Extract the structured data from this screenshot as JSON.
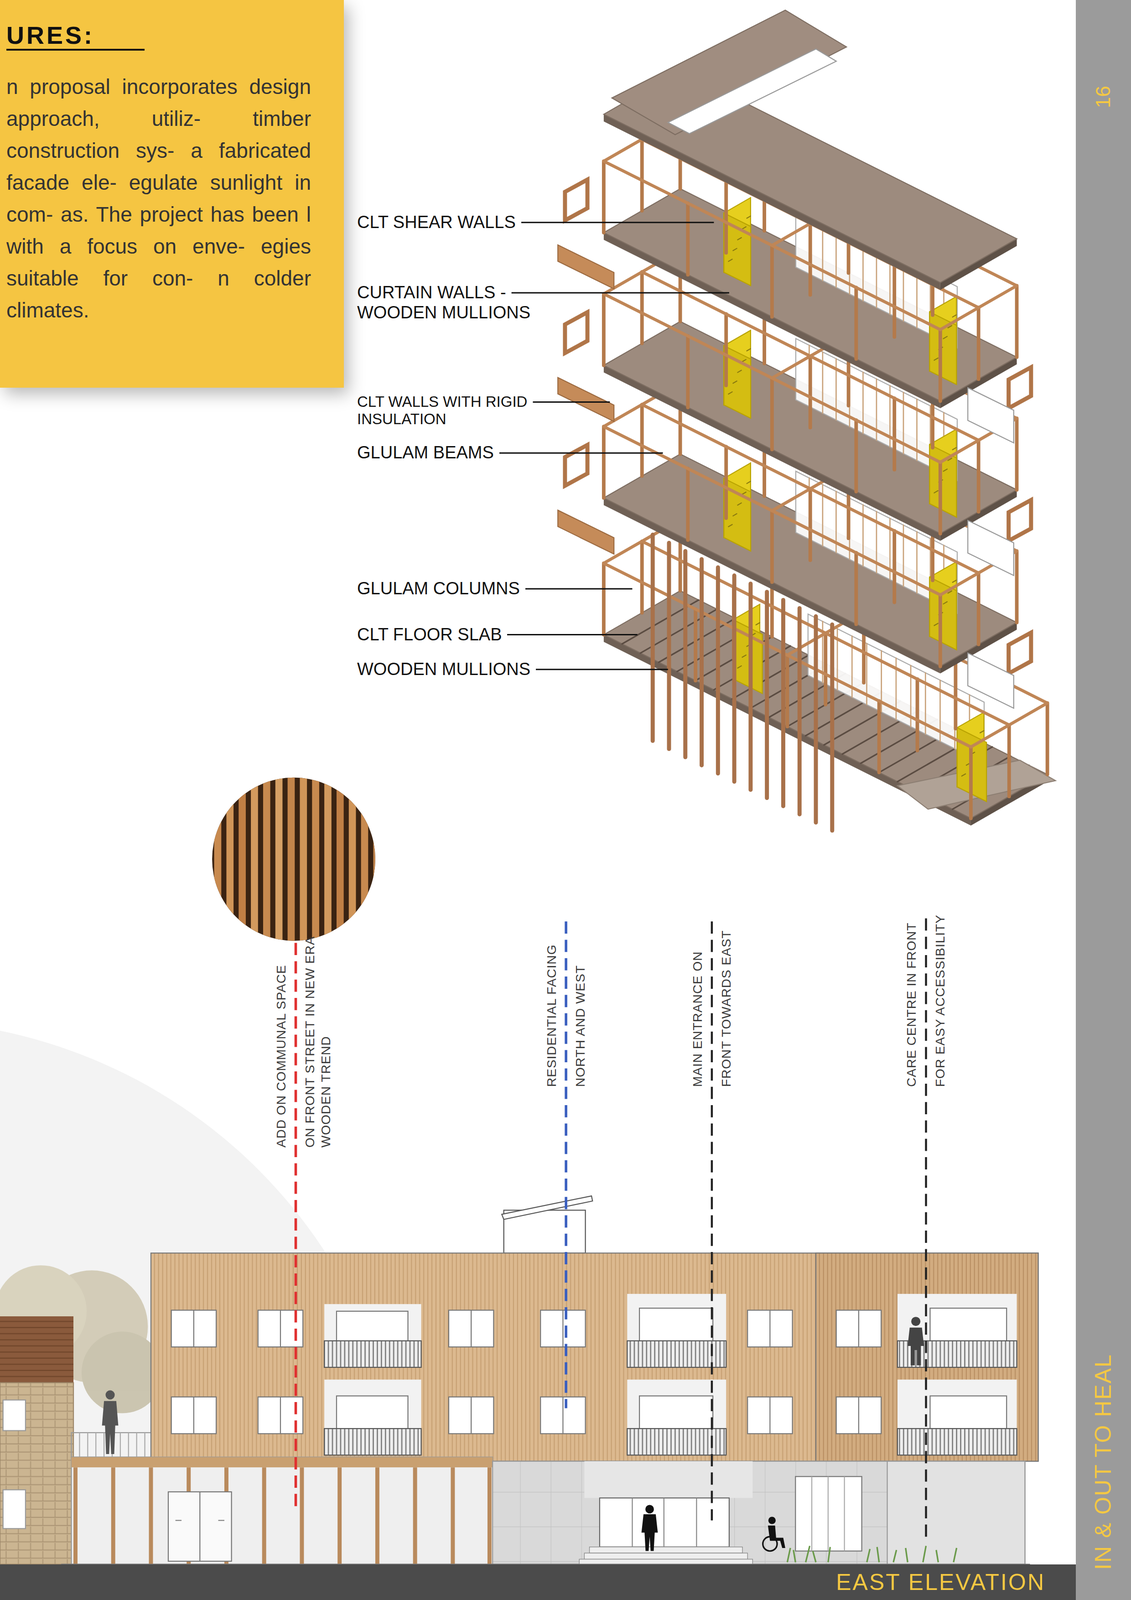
{
  "diagram": {
    "nodes": [
      {
        "text": [
          "URES:",
          "n proposal incorporates design approach, utiliz- timber construction sys- a fabricated facade ele- egulate sunlight in com- as. The project has been l with a focus on enve- egies suitable for con- n colder climates."
        ]
      },
      {
        "text": [
          "16",
          "IN & OUT TO HEAL"
        ]
      },
      {
        "text": [
          "EAST ELEVATION"
        ]
      }
    ],
    "labels": [
      "CLT SHEAR WALLS",
      "CURTAIN WALLS - WOODEN MULLIONS",
      "CLT WALLS WITH RIGID INSULATION",
      "GLULAM BEAMS",
      "GLULAM COLUMNS",
      "CLT FLOOR SLAB",
      "WOODEN MULLIONS",
      "ADD ON COMMUNAL SPACE",
      "ON FRONT STREET IN NEW ERA WOODEN TREND",
      "RESIDENTIAL FACING",
      "NORTH AND WEST",
      "MAIN ENTRANCE ON",
      "FRONT TOWARDS EAST",
      "CARE CENTRE IN FRONT",
      "FOR EASY ACCESSIBILITY"
    ]
  }
}
